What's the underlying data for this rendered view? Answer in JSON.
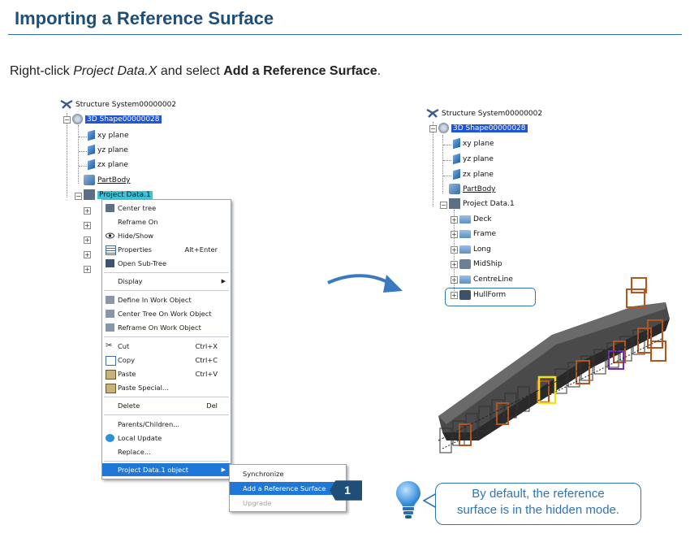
{
  "title": "Importing a Reference Surface",
  "instruction": {
    "prefix": "Right-click ",
    "target": "Project Data.X",
    "middle": " and select ",
    "action": "Add a Reference Surface",
    "suffix": "."
  },
  "left_tree": {
    "root": "Structure System00000002",
    "shape": "3D Shape00000028",
    "planes": [
      "xy plane",
      "yz plane",
      "zx plane"
    ],
    "part_body": "PartBody",
    "project_data": "Project Data.1"
  },
  "context_menu": {
    "items": [
      {
        "label": "Center tree",
        "shortcut": "",
        "icon": "center-tree-icon"
      },
      {
        "label": "Reframe On",
        "shortcut": "",
        "icon": ""
      },
      {
        "label": "Hide/Show",
        "shortcut": "",
        "icon": "eye-icon"
      },
      {
        "label": "Properties",
        "shortcut": "Alt+Enter",
        "icon": "properties-icon"
      },
      {
        "label": "Open Sub-Tree",
        "shortcut": "",
        "icon": "subtree-icon"
      },
      {
        "label": "Display",
        "shortcut": "",
        "icon": "",
        "submenu": true
      },
      {
        "label": "Define In Work Object",
        "shortcut": "",
        "icon": "define-icon"
      },
      {
        "label": "Center Tree On Work Object",
        "shortcut": "",
        "icon": "center-work-icon"
      },
      {
        "label": "Reframe On Work Object",
        "shortcut": "",
        "icon": "reframe-work-icon"
      },
      {
        "label": "Cut",
        "shortcut": "Ctrl+X",
        "icon": "scissors-icon"
      },
      {
        "label": "Copy",
        "shortcut": "Ctrl+C",
        "icon": "copy-icon"
      },
      {
        "label": "Paste",
        "shortcut": "Ctrl+V",
        "icon": "paste-icon"
      },
      {
        "label": "Paste Special...",
        "shortcut": "",
        "icon": "paste-special-icon"
      },
      {
        "label": "Delete",
        "shortcut": "Del",
        "icon": ""
      },
      {
        "label": "Parents/Children...",
        "shortcut": "",
        "icon": ""
      },
      {
        "label": "Local Update",
        "shortcut": "",
        "icon": "update-icon"
      },
      {
        "label": "Replace...",
        "shortcut": "",
        "icon": ""
      },
      {
        "label": "Project Data.1 object",
        "shortcut": "",
        "icon": "",
        "submenu": true,
        "selected": true
      }
    ]
  },
  "sub_menu": {
    "items": [
      {
        "label": "Synchronize",
        "state": "normal"
      },
      {
        "label": "Add a Reference Surface",
        "state": "selected"
      },
      {
        "label": "Upgrade",
        "state": "disabled"
      }
    ]
  },
  "step_badge": "1",
  "right_tree": {
    "root": "Structure System00000002",
    "shape": "3D Shape00000028",
    "planes": [
      "xy plane",
      "yz plane",
      "zx plane"
    ],
    "part_body": "PartBody",
    "project_data": "Project Data.1",
    "children": [
      "Deck",
      "Frame",
      "Long",
      "MidShip",
      "CentreLine",
      "HullForm"
    ]
  },
  "callout": {
    "line1": "By default, the reference",
    "line2": "surface is in the hidden mode."
  },
  "colors": {
    "title": "#1f4e79",
    "accent": "#2e75b6",
    "menu_selection": "#1f78d8",
    "tree_highlight": "#1f55d6",
    "project_highlight": "#3cc3d6",
    "badge": "#1f4e79"
  }
}
